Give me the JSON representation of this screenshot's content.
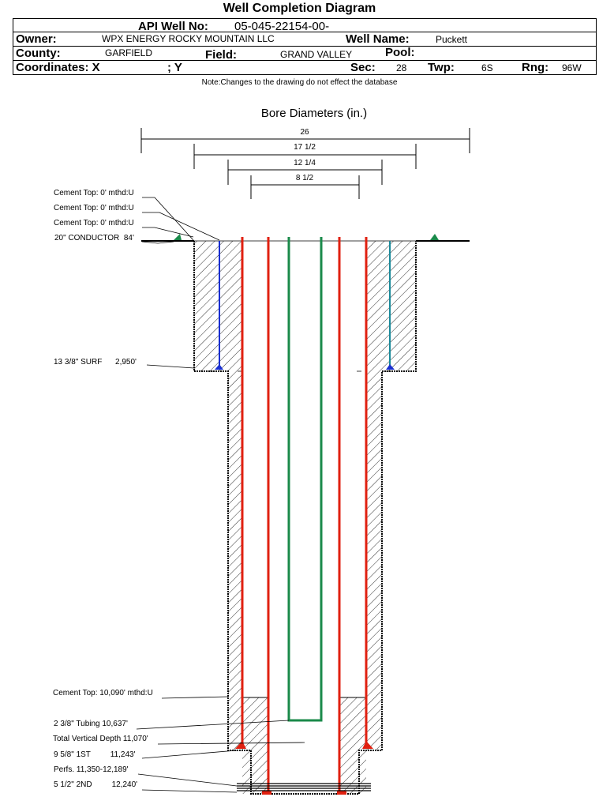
{
  "title": "Well Completion Diagram",
  "header": {
    "api_label": "API Well No:",
    "api_value": "05-045-22154-00-",
    "owner_label": "Owner:",
    "owner_value": "WPX ENERGY ROCKY MOUNTAIN LLC",
    "well_name_label": "Well Name:",
    "well_name_value": "Puckett",
    "county_label": "County:",
    "county_value": "GARFIELD",
    "field_label": "Field:",
    "field_value": "GRAND VALLEY",
    "pool_label": "Pool:",
    "coord_x_label": "Coordinates: X",
    "coord_y_label": "; Y",
    "sec_label": "Sec:",
    "sec_value": "28",
    "twp_label": "Twp:",
    "twp_value": "6S",
    "rng_label": "Rng:",
    "rng_value": "96W"
  },
  "note": "Note:Changes to the drawing do not effect the database",
  "diagram": {
    "bore_title": "Bore Diameters (in.)",
    "bores": [
      "26",
      "17 1/2",
      "12 1/4",
      "8 1/2"
    ],
    "labels": {
      "cement1": "Cement Top: 0' mthd:U",
      "cement2": "Cement Top: 0' mthd:U",
      "cement3": "Cement Top: 0' mthd:U",
      "conductor": "20\" CONDUCTOR  84'",
      "surf": "13 3/8\" SURF      2,950'",
      "cement4": "Cement Top: 10,090' mthd:U",
      "tubing": "2 3/8\" Tubing 10,637'",
      "tvd": "Total Vertical Depth 11,070'",
      "first": "9 5/8\" 1ST         11,243'",
      "perfs": "Perfs. 11,350-12,189'",
      "second": "5 1/2\" 2ND         12,240'"
    },
    "colors": {
      "surface_casing": "#1a2fd0",
      "production_casing": "#e02010",
      "tubing": "#1a8a4a"
    }
  }
}
